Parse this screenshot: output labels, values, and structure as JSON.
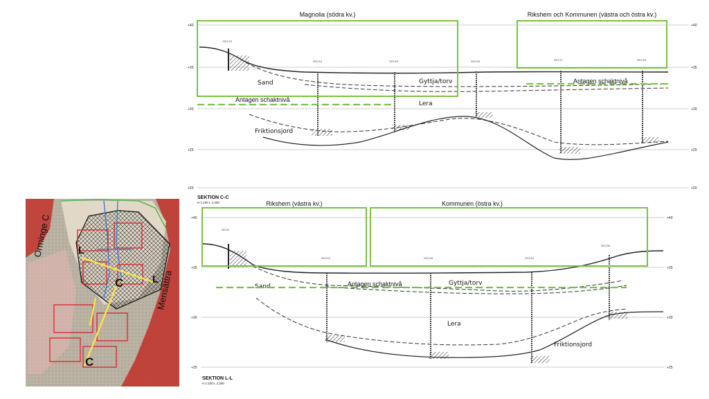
{
  "section_cc": {
    "title": "SEKTION C-C",
    "scale": "H 1:100  L 1:200",
    "zones": [
      {
        "id": "magnolia",
        "label": "Magnolia (södra kv.)"
      },
      {
        "id": "rikshem-kommunen",
        "label": "Rikshem och Kommunen (västra och östra kv.)"
      }
    ],
    "soil_labels": {
      "sand": "Sand",
      "gyttja": "Gyttja/torv",
      "lera": "Lera",
      "friktionsjord": "Friktionsjord"
    },
    "excavation_labels": [
      "Antagen schaktnivå",
      "Antagen schaktnivå"
    ],
    "boreholes": [
      "SCC13",
      "SCC14",
      "SCC15",
      "SCC16",
      "SCC17",
      "SCC18"
    ],
    "elevations": [
      "+40",
      "+35",
      "+30",
      "+25",
      "+20"
    ]
  },
  "section_ll": {
    "title": "SEKTION L-L",
    "scale": "H 1:100  L 1:200",
    "zones": [
      {
        "id": "rikshem",
        "label": "Rikshem (västra kv.)"
      },
      {
        "id": "kommunen",
        "label": "Kommunen (östra kv.)"
      }
    ],
    "soil_labels": {
      "sand": "Sand",
      "gyttja": "Gyttja/torv",
      "lera": "Lera",
      "friktionsjord": "Friktionsjord"
    },
    "excavation_label": "Antagen schaktnivå",
    "boreholes": [
      "SCC6",
      "SCC12",
      "SCC18",
      "SCC24",
      "SCC30"
    ],
    "elevations": [
      "+40",
      "+35",
      "+30",
      "+25"
    ]
  },
  "map": {
    "street_left": "Orminge C",
    "street_right": "Mensättra",
    "section_markers": {
      "c_top": "C",
      "c_bottom": "C",
      "l_left": "L",
      "l_right": "L"
    }
  },
  "colors": {
    "zone_frame": "#7ac143",
    "excavation_line": "#7ac143",
    "section_line": "#f3e84a",
    "building_outline": "#d8262b",
    "utility_line": "#3a7fd0",
    "map_red": "#c03a32"
  }
}
